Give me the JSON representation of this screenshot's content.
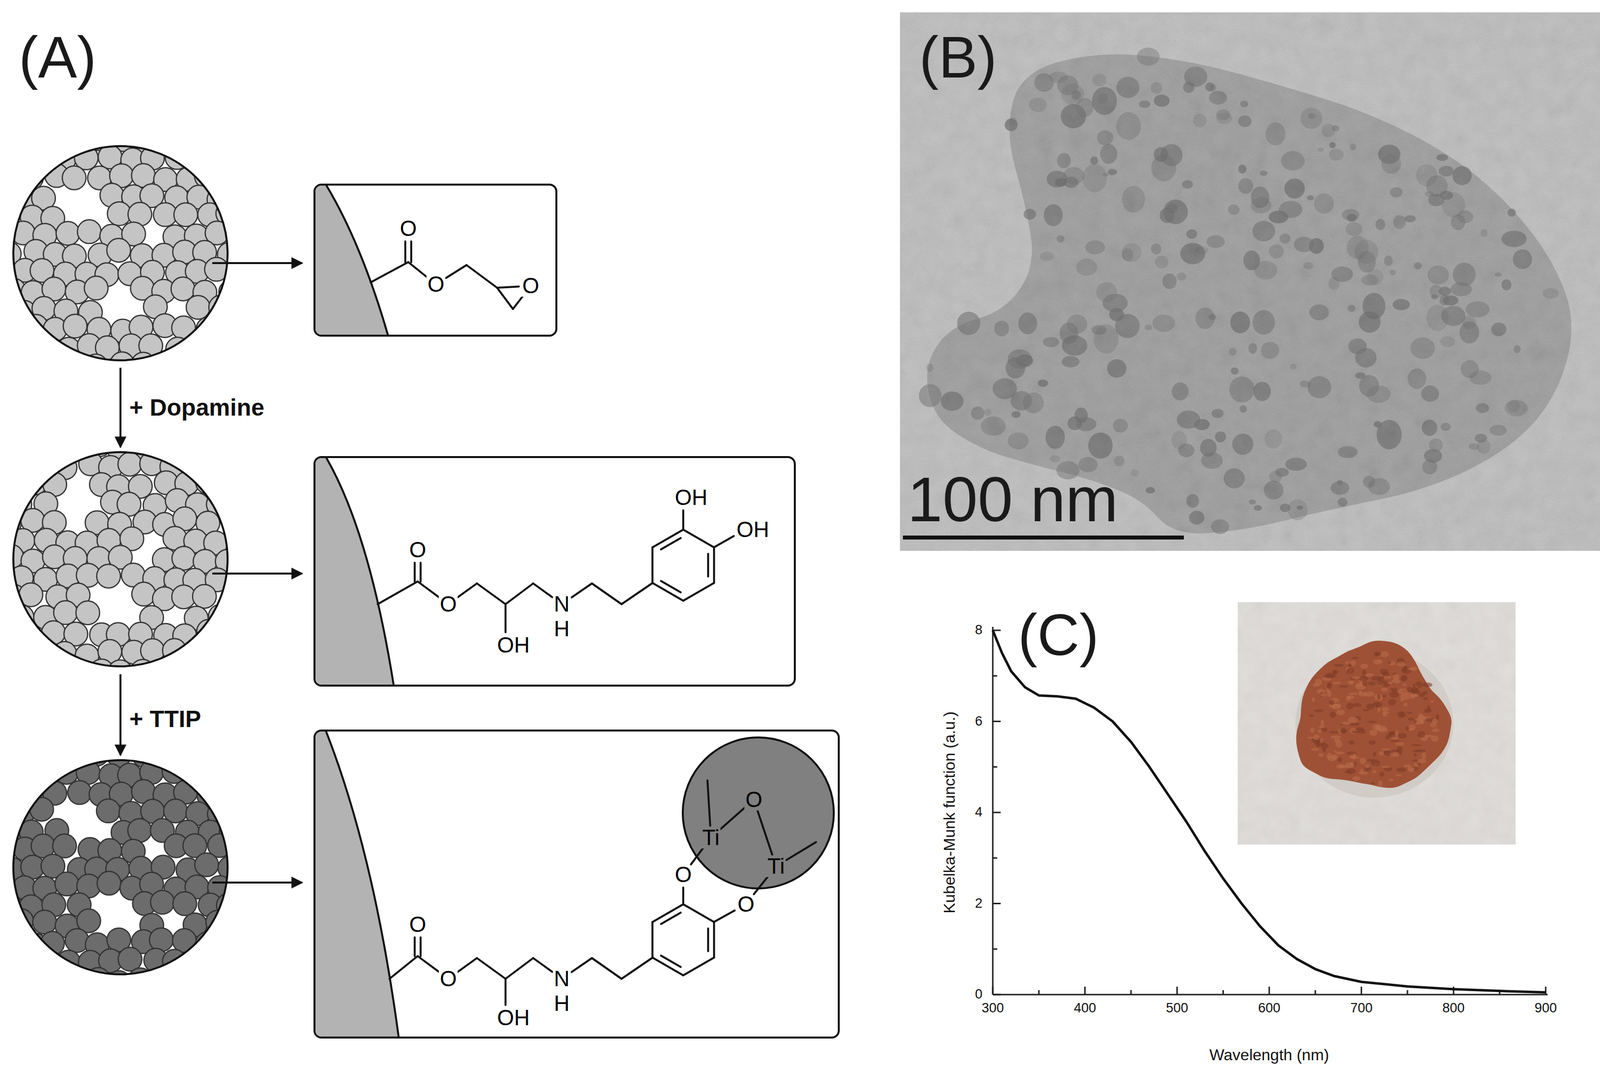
{
  "diagram": {
    "nodes": [
      {
        "text": [
          "O",
          "O",
          "O"
        ]
      },
      {
        "text": [
          "O",
          "O",
          "OH",
          "N",
          "H",
          "OH",
          "OH"
        ]
      },
      {
        "text": [
          "O",
          "O",
          "OH",
          "N",
          "H",
          "O",
          "O"
        ]
      },
      {
        "text": [
          "Ti",
          "O",
          "Ti"
        ],
        "in": 2
      }
    ],
    "labels": [
      "(A)",
      "+ Dopamine",
      "+ TTIP",
      "(B)",
      "100 nm",
      "(C)",
      "0",
      "2",
      "4",
      "6",
      "8",
      "300",
      "400",
      "500",
      "600",
      "700",
      "800",
      "900",
      "Kubelka-Munk function (a.u.)",
      "Wavelength (nm)"
    ]
  }
}
